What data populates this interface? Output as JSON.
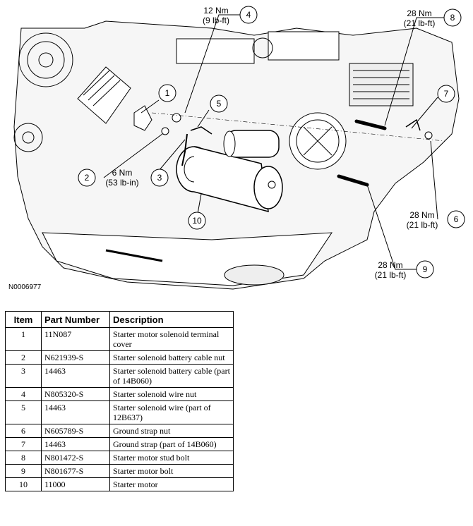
{
  "diagram": {
    "callouts": [
      {
        "id": "1"
      },
      {
        "id": "2"
      },
      {
        "id": "3"
      },
      {
        "id": "4"
      },
      {
        "id": "5"
      },
      {
        "id": "6"
      },
      {
        "id": "7"
      },
      {
        "id": "8"
      },
      {
        "id": "9"
      },
      {
        "id": "10"
      }
    ],
    "torques": {
      "t4": {
        "line1": "12 Nm",
        "line2": "(9 lb-ft)"
      },
      "t8": {
        "line1": "28 Nm",
        "line2": "(21 lb-ft)"
      },
      "t2": {
        "line1": "6 Nm",
        "line2": "(53 lb-in)"
      },
      "t6": {
        "line1": "28 Nm",
        "line2": "(21 lb-ft)"
      },
      "t9": {
        "line1": "28 Nm",
        "line2": "(21 lb-ft)"
      }
    },
    "figure_id": "N0006977"
  },
  "table": {
    "headers": {
      "item": "Item",
      "part_number": "Part Number",
      "description": "Description"
    },
    "rows": [
      {
        "item": "1",
        "part_number": "11N087",
        "description": "Starter motor solenoid terminal cover"
      },
      {
        "item": "2",
        "part_number": "N621939-S",
        "description": "Starter solenoid battery cable nut"
      },
      {
        "item": "3",
        "part_number": "14463",
        "description": "Starter solenoid battery cable (part of 14B060)"
      },
      {
        "item": "4",
        "part_number": "N805320-S",
        "description": "Starter solenoid wire nut"
      },
      {
        "item": "5",
        "part_number": "14463",
        "description": "Starter solenoid wire (part of 12B637)"
      },
      {
        "item": "6",
        "part_number": "N605789-S",
        "description": "Ground strap nut"
      },
      {
        "item": "7",
        "part_number": "14463",
        "description": "Ground strap (part of 14B060)"
      },
      {
        "item": "8",
        "part_number": "N801472-S",
        "description": "Starter motor stud bolt"
      },
      {
        "item": "9",
        "part_number": "N801677-S",
        "description": "Starter motor bolt"
      },
      {
        "item": "10",
        "part_number": "11000",
        "description": "Starter motor"
      }
    ]
  }
}
